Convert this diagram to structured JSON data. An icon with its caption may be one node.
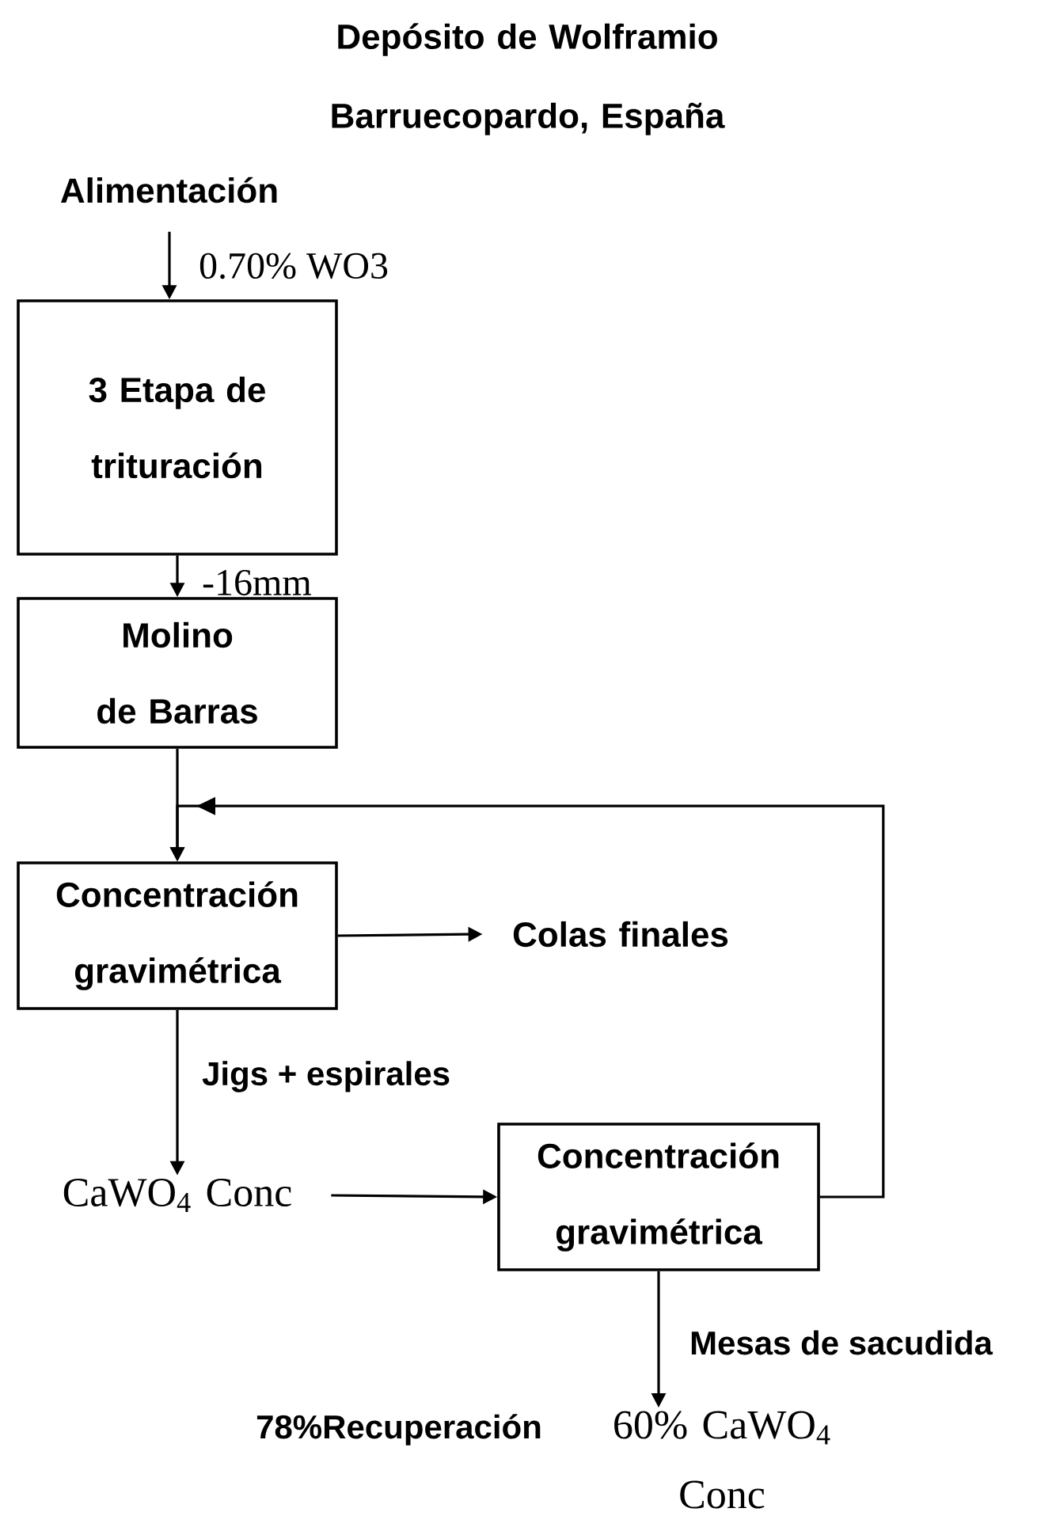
{
  "diagram": {
    "title": "Depósito de Wolframio Barruecopardo, España",
    "nodes": [
      {
        "text": [
          "Alimentación"
        ]
      },
      {
        "text": [
          "3 Etapa de trituración"
        ]
      },
      {
        "text": [
          "Molino de Barras"
        ]
      },
      {
        "text": [
          "Concentración gravimétrica"
        ]
      },
      {
        "text": [
          "Colas finales"
        ]
      },
      {
        "text": [
          "CaWO$_{4}$ Conc"
        ]
      },
      {
        "text": [
          "Concentración gravimétrica"
        ]
      },
      {
        "text": [
          "60% CaWO$_{4}$ Conc"
        ]
      }
    ],
    "edges": [
      {
        "from": 0,
        "to": 1,
        "arrow": "to",
        "label": "0.70% WO3"
      },
      {
        "from": 1,
        "to": 2,
        "arrow": "to",
        "label": "-16mm"
      },
      {
        "from": 2,
        "to": 3,
        "arrow": "to"
      },
      {
        "from": 3,
        "to": 4,
        "arrow": "to"
      },
      {
        "from": 3,
        "to": 5,
        "arrow": "to",
        "label": "Jigs + espirales"
      },
      {
        "from": 5,
        "to": 6,
        "arrow": "to"
      },
      {
        "from": 6,
        "to": 3,
        "arrow": "to"
      },
      {
        "from": 6,
        "to": 7,
        "arrow": "to",
        "label": "Mesas de sacudida"
      }
    ],
    "labels": [
      "78%Recuperación"
    ]
  }
}
